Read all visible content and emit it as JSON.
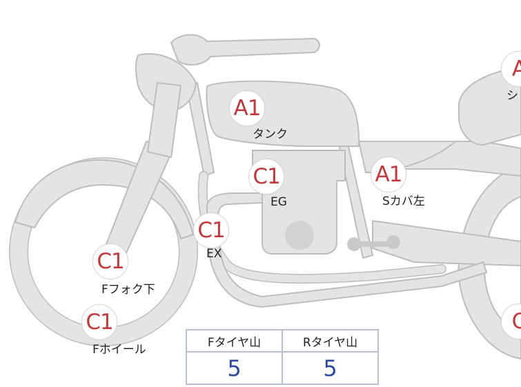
{
  "colors": {
    "part_fill": "#e4e4e4",
    "part_stroke": "#bdbdbd",
    "grade_text": "#c0393d",
    "tire_value": "#2b4a9b",
    "table_border": "#b9bfd3"
  },
  "markers": [
    {
      "id": "tank",
      "grade": "A1",
      "label": "タンク"
    },
    {
      "id": "eg",
      "grade": "C1",
      "label": "EG"
    },
    {
      "id": "side-cover-left",
      "grade": "A1",
      "label": "Sカバ左"
    },
    {
      "id": "ex",
      "grade": "C1",
      "label": "EX"
    },
    {
      "id": "front-fork-lower",
      "grade": "C1",
      "label": "Fフォク下"
    },
    {
      "id": "front-wheel",
      "grade": "C1",
      "label": "Fホイール"
    },
    {
      "id": "seat",
      "grade": "A",
      "label": "シ"
    },
    {
      "id": "rear-wheel",
      "grade": "C",
      "label": ""
    }
  ],
  "tire_table": {
    "headers": [
      "Fタイヤ山",
      "Rタイヤ山"
    ],
    "values": [
      "5",
      "5"
    ]
  }
}
